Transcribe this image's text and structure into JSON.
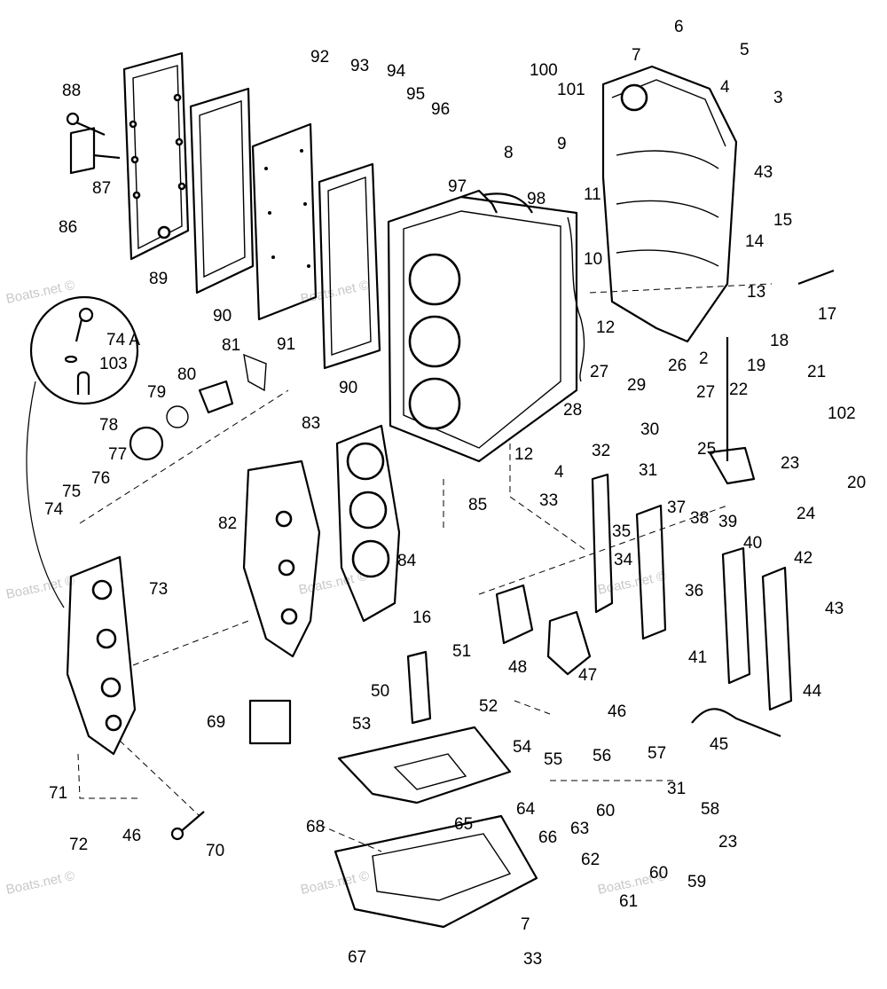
{
  "watermark": "Boats.net ©",
  "callouts": [
    {
      "n": "2"
    },
    {
      "n": "3"
    },
    {
      "n": "4"
    },
    {
      "n": "4"
    },
    {
      "n": "5"
    },
    {
      "n": "6"
    },
    {
      "n": "7"
    },
    {
      "n": "7"
    },
    {
      "n": "8"
    },
    {
      "n": "9"
    },
    {
      "n": "10"
    },
    {
      "n": "11"
    },
    {
      "n": "12"
    },
    {
      "n": "12"
    },
    {
      "n": "13"
    },
    {
      "n": "14"
    },
    {
      "n": "15"
    },
    {
      "n": "16"
    },
    {
      "n": "17"
    },
    {
      "n": "18"
    },
    {
      "n": "19"
    },
    {
      "n": "20"
    },
    {
      "n": "21"
    },
    {
      "n": "22"
    },
    {
      "n": "23"
    },
    {
      "n": "23"
    },
    {
      "n": "24"
    },
    {
      "n": "25"
    },
    {
      "n": "26"
    },
    {
      "n": "27"
    },
    {
      "n": "27"
    },
    {
      "n": "28"
    },
    {
      "n": "29"
    },
    {
      "n": "30"
    },
    {
      "n": "31"
    },
    {
      "n": "31"
    },
    {
      "n": "32"
    },
    {
      "n": "33"
    },
    {
      "n": "33"
    },
    {
      "n": "34"
    },
    {
      "n": "35"
    },
    {
      "n": "36"
    },
    {
      "n": "37"
    },
    {
      "n": "38"
    },
    {
      "n": "39"
    },
    {
      "n": "40"
    },
    {
      "n": "41"
    },
    {
      "n": "42"
    },
    {
      "n": "43"
    },
    {
      "n": "43"
    },
    {
      "n": "44"
    },
    {
      "n": "45"
    },
    {
      "n": "46"
    },
    {
      "n": "46"
    },
    {
      "n": "47"
    },
    {
      "n": "48"
    },
    {
      "n": "50"
    },
    {
      "n": "51"
    },
    {
      "n": "52"
    },
    {
      "n": "53"
    },
    {
      "n": "54"
    },
    {
      "n": "55"
    },
    {
      "n": "56"
    },
    {
      "n": "57"
    },
    {
      "n": "58"
    },
    {
      "n": "59"
    },
    {
      "n": "60"
    },
    {
      "n": "60"
    },
    {
      "n": "61"
    },
    {
      "n": "62"
    },
    {
      "n": "63"
    },
    {
      "n": "64"
    },
    {
      "n": "65"
    },
    {
      "n": "66"
    },
    {
      "n": "67"
    },
    {
      "n": "68"
    },
    {
      "n": "69"
    },
    {
      "n": "70"
    },
    {
      "n": "71"
    },
    {
      "n": "72"
    },
    {
      "n": "73"
    },
    {
      "n": "74"
    },
    {
      "n": "74 A"
    },
    {
      "n": "75"
    },
    {
      "n": "76"
    },
    {
      "n": "77"
    },
    {
      "n": "78"
    },
    {
      "n": "79"
    },
    {
      "n": "80"
    },
    {
      "n": "81"
    },
    {
      "n": "82"
    },
    {
      "n": "83"
    },
    {
      "n": "84"
    },
    {
      "n": "85"
    },
    {
      "n": "86"
    },
    {
      "n": "87"
    },
    {
      "n": "88"
    },
    {
      "n": "89"
    },
    {
      "n": "90"
    },
    {
      "n": "90"
    },
    {
      "n": "91"
    },
    {
      "n": "92"
    },
    {
      "n": "93"
    },
    {
      "n": "94"
    },
    {
      "n": "95"
    },
    {
      "n": "96"
    },
    {
      "n": "97"
    },
    {
      "n": "98"
    },
    {
      "n": "100"
    },
    {
      "n": "101"
    },
    {
      "n": "102"
    },
    {
      "n": "103"
    }
  ]
}
